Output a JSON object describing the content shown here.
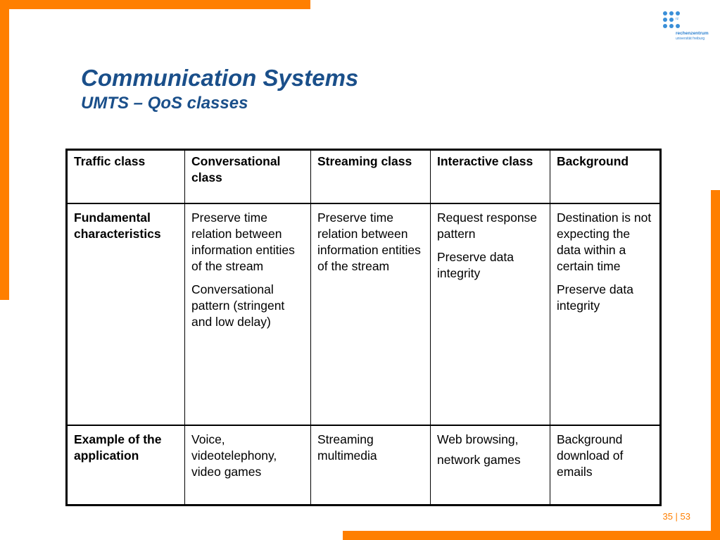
{
  "header": {
    "title": "Communication Systems",
    "subtitle": "UMTS – QoS classes"
  },
  "logo": {
    "icon": "dot-grid-logo-icon",
    "badge": "rz",
    "line1": "rechenzentrum",
    "line2": "universität freiburg"
  },
  "table": {
    "header_row": [
      "Traffic class",
      "Conversational class",
      "Streaming class",
      "Interactive class",
      "Background"
    ],
    "row_characteristics": {
      "label": "Fundamental characteristics",
      "conversational_1": "Preserve time relation between information entities of the stream",
      "conversational_2": "Conversational pattern (stringent and low delay)",
      "streaming": "Preserve time relation between information entities of the stream",
      "interactive_1": "Request response pattern",
      "interactive_2": "Preserve data integrity",
      "background_1": "Destination is not expecting the data within a certain time",
      "background_2": "Preserve data integrity"
    },
    "row_example": {
      "label": "Example of the application",
      "conversational": "Voice, videotelephony, video games",
      "streaming": "Streaming multimedia",
      "interactive_1": "Web browsing,",
      "interactive_2": "network games",
      "background": "Background download of emails"
    }
  },
  "footer": {
    "page": "35 | 53"
  },
  "colors": {
    "accent": "#ff7f00",
    "title": "#1a4f8a",
    "logo": "#3a8fd8"
  }
}
